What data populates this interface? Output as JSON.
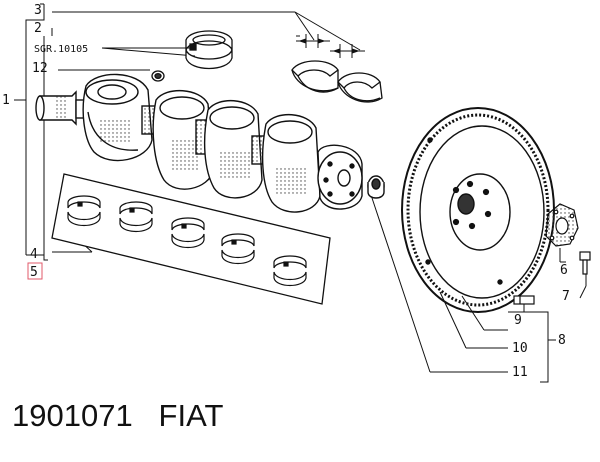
{
  "labels": {
    "l1": "1",
    "l2": "2",
    "l3": "3",
    "l4": "4",
    "l5": "5",
    "l6": "6",
    "l7": "7",
    "l8": "8",
    "l9": "9",
    "l10": "10",
    "l11": "11",
    "l12": "12"
  },
  "ref_code": "SGR.10105",
  "footer": {
    "part_number": "1901071",
    "brand": "FIAT"
  },
  "colors": {
    "ink": "#111111",
    "highlight": "#e05a6a",
    "shade": "#555555"
  }
}
